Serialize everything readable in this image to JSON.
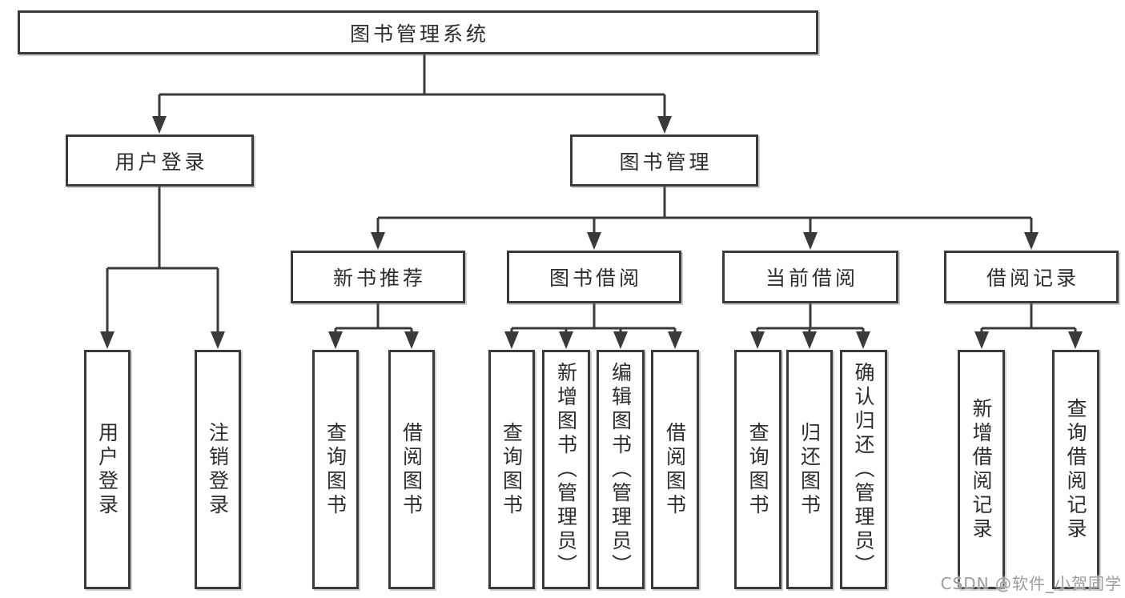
{
  "colors": {
    "line": "#3a3a3a",
    "text": "#2d2d2d",
    "background": "#ffffff",
    "watermark": "#9c9c9c"
  },
  "watermark": "CSDN @软件_小贺同学",
  "tree": {
    "root": {
      "label": "图书管理系统"
    },
    "branches": [
      {
        "label": "用户登录",
        "children": [
          {
            "label": "用户登录"
          },
          {
            "label": "注销登录"
          }
        ]
      },
      {
        "label": "图书管理",
        "children": [
          {
            "label": "新书推荐",
            "children": [
              {
                "label": "查询图书"
              },
              {
                "label": "借阅图书"
              }
            ]
          },
          {
            "label": "图书借阅",
            "children": [
              {
                "label": "查询图书"
              },
              {
                "label": "新增图书（管理员）"
              },
              {
                "label": "编辑图书（管理员）"
              },
              {
                "label": "借阅图书"
              }
            ]
          },
          {
            "label": "当前借阅",
            "children": [
              {
                "label": "查询图书"
              },
              {
                "label": "归还图书"
              },
              {
                "label": "确认归还（管理员）"
              }
            ]
          },
          {
            "label": "借阅记录",
            "children": [
              {
                "label": "新增借阅记录"
              },
              {
                "label": "查询借阅记录"
              }
            ]
          }
        ]
      }
    ]
  }
}
